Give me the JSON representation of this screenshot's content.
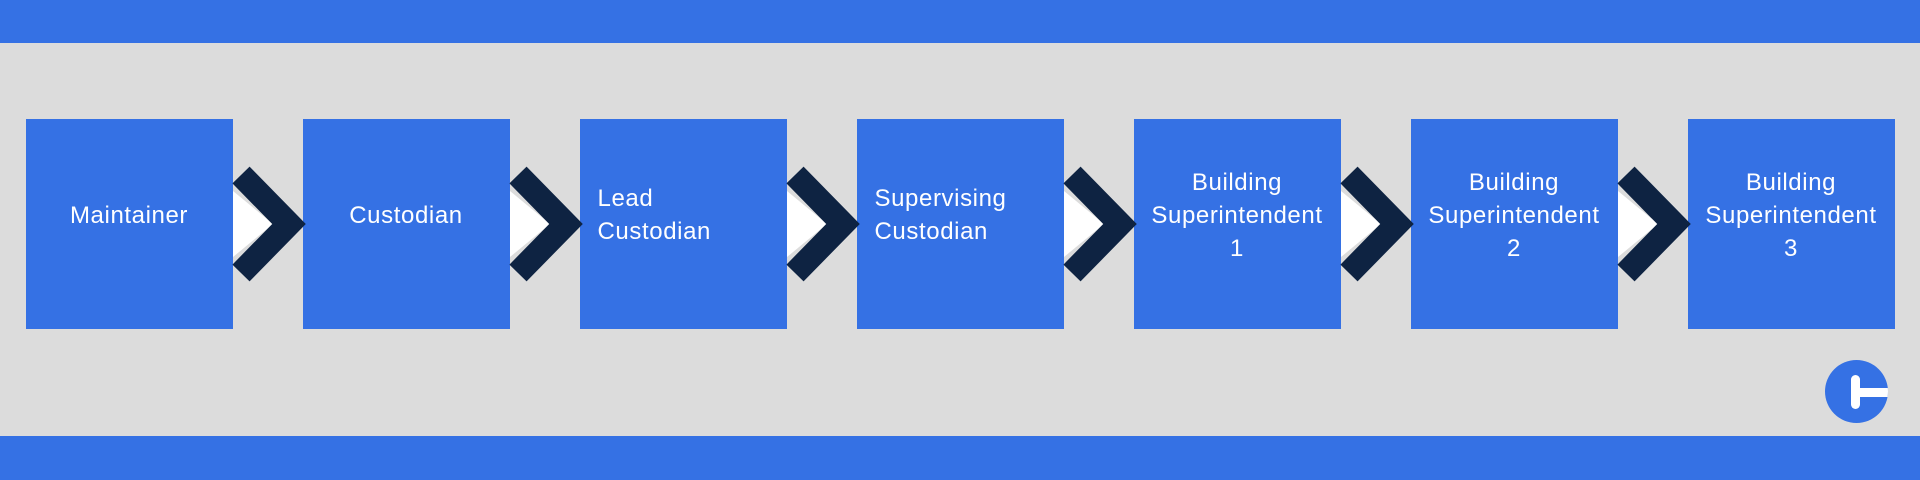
{
  "colors": {
    "box_blue": "#3571e4",
    "accent_bar_blue": "#3571e4",
    "arrow_navy": "#0e2342",
    "arrow_triangle_white": "#ffffff",
    "background_gray": "#dcdcdc",
    "text_white": "#ffffff"
  },
  "flow": {
    "steps": [
      {
        "label": "Maintainer"
      },
      {
        "label": "Custodian"
      },
      {
        "label": "Lead\nCustodian"
      },
      {
        "label": "Supervising\nCustodian"
      },
      {
        "label": "Building\nSuperintendent\n1"
      },
      {
        "label": "Building\nSuperintendent\n2"
      },
      {
        "label": "Building\nSuperintendent\n3"
      }
    ]
  },
  "logo": {
    "icon": "brand-circle-mark",
    "circle_color": "#3571e4",
    "glyph_color": "#ffffff"
  }
}
